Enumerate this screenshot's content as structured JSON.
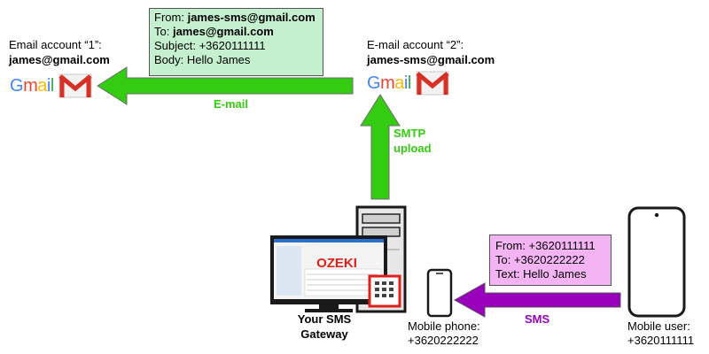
{
  "email_account_1": {
    "title": "Email account “1”:",
    "address": "james@gmail.com",
    "logo_text": "Gmail"
  },
  "email_account_2": {
    "title": "E-mail account “2”:",
    "address": "james-sms@gmail.com",
    "logo_text": "Gmail"
  },
  "email_message": {
    "from_label": "From:",
    "from_value": "james-sms@gmail.com",
    "to_label": "To:",
    "to_value": "james@gmail.com",
    "subject": "Subject: +3620111111",
    "body": "Body: Hello James"
  },
  "sms_message": {
    "from": "From: +3620111111",
    "to": "To: +3620222222",
    "text": "Text: Hello James"
  },
  "arrows": {
    "email_label": "E-mail",
    "smtp_label_line1": "SMTP",
    "smtp_label_line2": "upload",
    "sms_label": "SMS"
  },
  "gateway": {
    "label_line1": "Your SMS",
    "label_line2": "Gateway",
    "screen_brand": "OZEKI"
  },
  "mobile_phone": {
    "label": "Mobile phone:",
    "number": "+3620222222"
  },
  "mobile_user": {
    "label": "Mobile user:",
    "number": "+3620111111"
  },
  "colors": {
    "email_arrow": "#33cc11",
    "sms_arrow": "#9900bb",
    "email_box": "#c4f0d0",
    "sms_box": "#f4b4f4",
    "brand_red": "#e0201a"
  }
}
